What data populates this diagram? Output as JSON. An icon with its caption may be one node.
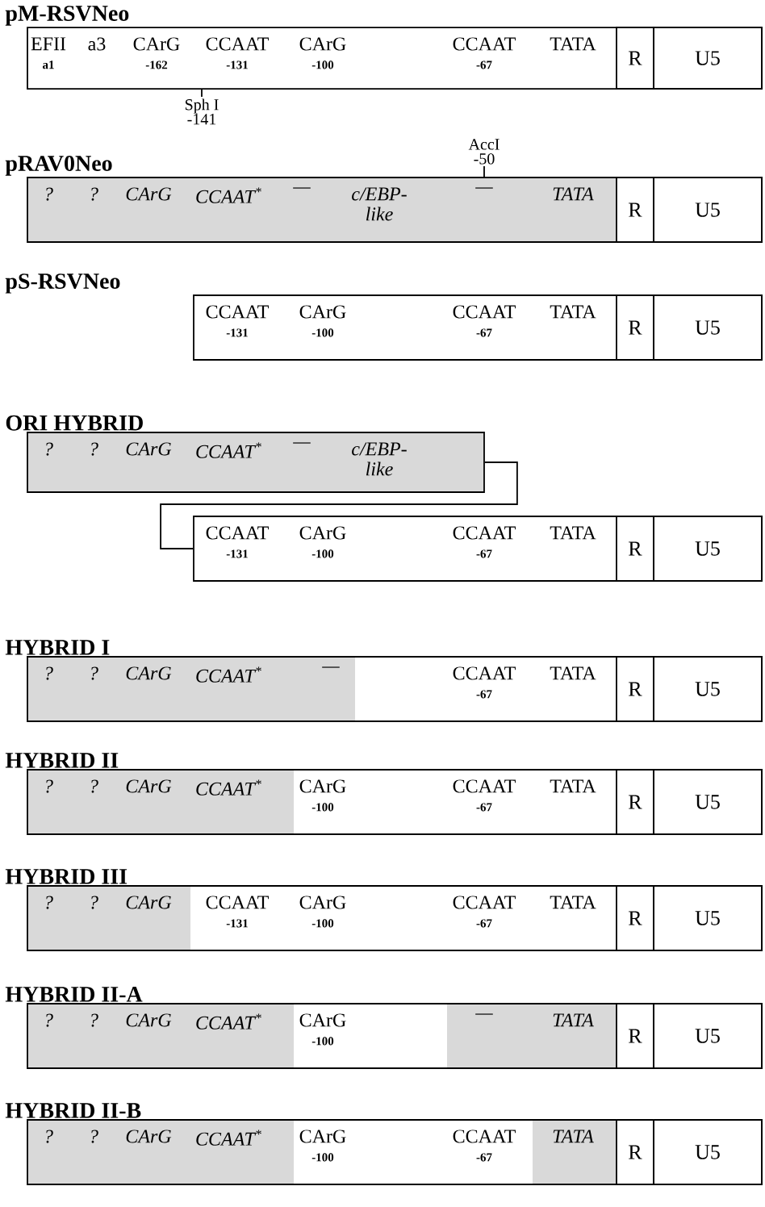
{
  "diagram": {
    "nodes": [
      {
        "text": [
          "pM-RSVNeo"
        ]
      },
      {
        "text": [
          "EFII",
          "a1"
        ],
        "in": 0
      },
      {
        "text": [
          "a3"
        ],
        "in": 0
      },
      {
        "text": [
          "CArG",
          "-162"
        ],
        "in": 0
      },
      {
        "text": [
          "CCAAT",
          "-131"
        ],
        "in": 0
      },
      {
        "text": [
          "CArG",
          "-100"
        ],
        "in": 0
      },
      {
        "text": [
          "CCAAT",
          "-67"
        ],
        "in": 0
      },
      {
        "text": [
          "TATA"
        ],
        "in": 0
      },
      {
        "text": [
          "R"
        ],
        "in": 0
      },
      {
        "text": [
          "U5"
        ],
        "in": 0
      },
      {
        "text": [
          "Sph I",
          "-141"
        ]
      },
      {
        "text": [
          "AccI",
          "-50"
        ]
      },
      {
        "text": [
          "pRAV0Neo"
        ]
      },
      {
        "text": [
          "?"
        ],
        "in": 12
      },
      {
        "text": [
          "?"
        ],
        "in": 12
      },
      {
        "text": [
          "CArG"
        ],
        "in": 12
      },
      {
        "text": [
          "CCAAT$^{*}$"
        ],
        "in": 12
      },
      {
        "text": [
          "—"
        ],
        "in": 12
      },
      {
        "text": [
          "c/EBP-like"
        ],
        "in": 12
      },
      {
        "text": [
          "—"
        ],
        "in": 12
      },
      {
        "text": [
          "TATA"
        ],
        "in": 12
      },
      {
        "text": [
          "R"
        ],
        "in": 12
      },
      {
        "text": [
          "U5"
        ],
        "in": 12
      },
      {
        "text": [
          "pS-RSVNeo"
        ]
      },
      {
        "text": [
          "CCAAT",
          "-131"
        ],
        "in": 23
      },
      {
        "text": [
          "CArG",
          "-100"
        ],
        "in": 23
      },
      {
        "text": [
          "CCAAT",
          "-67"
        ],
        "in": 23
      },
      {
        "text": [
          "TATA"
        ],
        "in": 23
      },
      {
        "text": [
          "R"
        ],
        "in": 23
      },
      {
        "text": [
          "U5"
        ],
        "in": 23
      },
      {
        "text": [
          "ORI HYBRID"
        ]
      },
      {
        "text": [
          "?"
        ],
        "in": 30
      },
      {
        "text": [
          "?"
        ],
        "in": 30
      },
      {
        "text": [
          "CArG"
        ],
        "in": 30
      },
      {
        "text": [
          "CCAAT$^{*}$"
        ],
        "in": 30
      },
      {
        "text": [
          "—"
        ],
        "in": 30
      },
      {
        "text": [
          "c/EBP-like"
        ],
        "in": 30
      },
      {
        "text": [],
        "shape": "box"
      },
      {
        "text": [
          "CCAAT",
          "-131"
        ],
        "in": 37
      },
      {
        "text": [
          "CArG",
          "-100"
        ],
        "in": 37
      },
      {
        "text": [
          "CCAAT",
          "-67"
        ],
        "in": 37
      },
      {
        "text": [
          "TATA"
        ],
        "in": 37
      },
      {
        "text": [
          "R"
        ],
        "in": 37
      },
      {
        "text": [
          "U5"
        ],
        "in": 37
      },
      {
        "text": [
          "HYBRID I"
        ]
      },
      {
        "text": [
          "?"
        ],
        "in": 44
      },
      {
        "text": [
          "?"
        ],
        "in": 44
      },
      {
        "text": [
          "CArG"
        ],
        "in": 44
      },
      {
        "text": [
          "CCAAT$^{*}$"
        ],
        "in": 44
      },
      {
        "text": [
          "—"
        ],
        "in": 44
      },
      {
        "text": [
          "CCAAT",
          "-67"
        ],
        "in": 44
      },
      {
        "text": [
          "TATA"
        ],
        "in": 44
      },
      {
        "text": [
          "R"
        ],
        "in": 44
      },
      {
        "text": [
          "U5"
        ],
        "in": 44
      },
      {
        "text": [
          "HYBRID II"
        ]
      },
      {
        "text": [
          "?"
        ],
        "in": 54
      },
      {
        "text": [
          "?"
        ],
        "in": 54
      },
      {
        "text": [
          "CArG"
        ],
        "in": 54
      },
      {
        "text": [
          "CCAAT$^{*}$"
        ],
        "in": 54
      },
      {
        "text": [
          "CArG",
          "-100"
        ],
        "in": 54
      },
      {
        "text": [
          "CCAAT",
          "-67"
        ],
        "in": 54
      },
      {
        "text": [
          "TATA"
        ],
        "in": 54
      },
      {
        "text": [
          "R"
        ],
        "in": 54
      },
      {
        "text": [
          "U5"
        ],
        "in": 54
      },
      {
        "text": [
          "HYBRID III"
        ]
      },
      {
        "text": [
          "?"
        ],
        "in": 64
      },
      {
        "text": [
          "?"
        ],
        "in": 64
      },
      {
        "text": [
          "CArG"
        ],
        "in": 64
      },
      {
        "text": [
          "CCAAT",
          "-131"
        ],
        "in": 64
      },
      {
        "text": [
          "CArG",
          "-100"
        ],
        "in": 64
      },
      {
        "text": [
          "CCAAT",
          "-67"
        ],
        "in": 64
      },
      {
        "text": [
          "TATA"
        ],
        "in": 64
      },
      {
        "text": [
          "R"
        ],
        "in": 64
      },
      {
        "text": [
          "U5"
        ],
        "in": 64
      },
      {
        "text": [
          "HYBRID II-A"
        ]
      },
      {
        "text": [
          "?"
        ],
        "in": 74
      },
      {
        "text": [
          "?"
        ],
        "in": 74
      },
      {
        "text": [
          "CArG"
        ],
        "in": 74
      },
      {
        "text": [
          "CCAAT$^{*}$"
        ],
        "in": 74
      },
      {
        "text": [
          "CArG",
          "-100"
        ],
        "in": 74
      },
      {
        "text": [
          "—"
        ],
        "in": 74
      },
      {
        "text": [
          "TATA"
        ],
        "in": 74
      },
      {
        "text": [
          "R"
        ],
        "in": 74
      },
      {
        "text": [
          "U5"
        ],
        "in": 74
      },
      {
        "text": [
          "HYBRID II-B"
        ]
      },
      {
        "text": [
          "?"
        ],
        "in": 84
      },
      {
        "text": [
          "?"
        ],
        "in": 84
      },
      {
        "text": [
          "CArG"
        ],
        "in": 84
      },
      {
        "text": [
          "CCAAT$^{*}$"
        ],
        "in": 84
      },
      {
        "text": [
          "CArG",
          "-100"
        ],
        "in": 84
      },
      {
        "text": [
          "CCAAT",
          "-67"
        ],
        "in": 84
      },
      {
        "text": [
          "TATA"
        ],
        "in": 84
      },
      {
        "text": [
          "R"
        ],
        "in": 84
      },
      {
        "text": [
          "U5"
        ],
        "in": 84
      }
    ],
    "edges": [
      {
        "from": 10,
        "to": 0,
        "arrow": "none"
      },
      {
        "from": 11,
        "to": 12,
        "arrow": "none"
      },
      {
        "from": 30,
        "to": 37,
        "arrow": "none"
      }
    ]
  }
}
